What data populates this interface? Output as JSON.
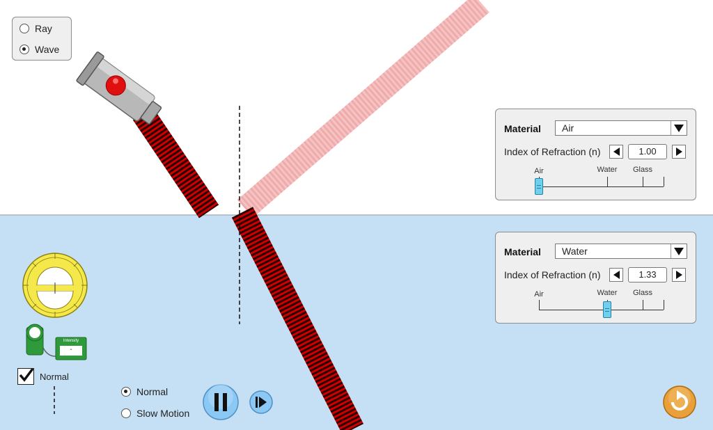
{
  "view_mode": {
    "options": [
      {
        "label": "Ray",
        "selected": false
      },
      {
        "label": "Wave",
        "selected": true
      }
    ]
  },
  "top_medium": {
    "material_label": "Material",
    "material": "Air",
    "ior_label": "Index of Refraction (n)",
    "ior_value": "1.00",
    "slider_labels": [
      "Air",
      "Water",
      "Glass"
    ],
    "slider_fraction": 0.0
  },
  "bottom_medium": {
    "material_label": "Material",
    "material": "Water",
    "ior_label": "Index of Refraction (n)",
    "ior_value": "1.33",
    "slider_labels": [
      "Air",
      "Water",
      "Glass"
    ],
    "slider_fraction": 0.55
  },
  "toolbox": {
    "intensity_meter_label": "Intensity",
    "intensity_meter_value": "-",
    "normal_checkbox_label": "Normal",
    "normal_checked": true
  },
  "playback": {
    "speed_options": [
      {
        "label": "Normal",
        "selected": true
      },
      {
        "label": "Slow Motion",
        "selected": false
      }
    ],
    "playing": true
  },
  "colors": {
    "water": "#c5e0f4",
    "beam": "#d20000",
    "reflected_beam": "#f2b3b3",
    "laser_button": "#e01010",
    "protractor": "#f5e84a",
    "reset_button": "#e8a03a",
    "play_button": "#8cc8f4"
  }
}
